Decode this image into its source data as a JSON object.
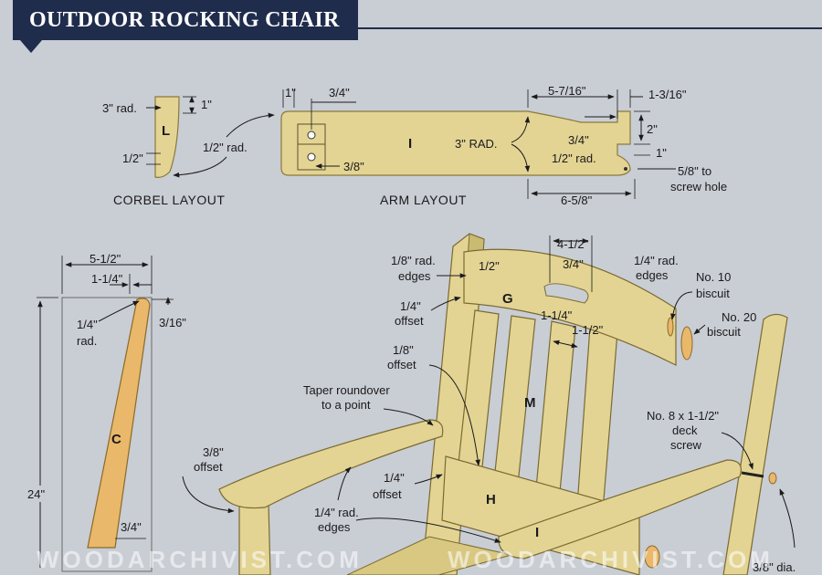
{
  "title": "OUTDOOR ROCKING CHAIR",
  "watermark": "WOODARCHIVIST.COM",
  "colors": {
    "banner": "#1f2c4c",
    "wood": "#e3d494",
    "wood_edge": "#c8b86e",
    "background": "#c9cdd4"
  },
  "corbel": {
    "caption": "CORBEL LAYOUT",
    "part_letter": "L",
    "dims": {
      "top_radius": "3\" rad.",
      "top_offset": "1\"",
      "bottom_offset": "1/2\""
    }
  },
  "arm": {
    "caption": "ARM LAYOUT",
    "part_letter": "I",
    "dims": {
      "end_radius": "1/2\" rad.",
      "top_offset": "1\"",
      "hole_offset": "3/4\"",
      "hole_spacing": "3/8\"",
      "taper_radius": "3\" RAD.",
      "taper_length": "5-7/16\"",
      "tip_width": "1-3/16\"",
      "notch_width": "3/4\"",
      "notch_height": "2\"",
      "tip_radius": "1/2\" rad.",
      "notch_bottom": "1\"",
      "overall_length": "6-5/8\"",
      "screw_hole_line1": "5/8\" to",
      "screw_hole_line2": "screw hole"
    }
  },
  "leg": {
    "part_letter": "C",
    "dims": {
      "top_width": "5-1/2\"",
      "top_inset": "1-1/4\"",
      "tip_radius_line1": "1/4\"",
      "tip_radius_line2": "rad.",
      "tip_offset": "3/16\"",
      "height": "24\"",
      "bottom": "3/4\""
    }
  },
  "assembly": {
    "parts": {
      "back": "G",
      "slat": "M",
      "apron": "H",
      "arm": "I"
    },
    "labels": {
      "back_edges_1": "1/8\" rad.",
      "back_edges_2": "edges",
      "back_half": "1/2\"",
      "handle_width": "4-1/2\"",
      "handle_height": "3/4\"",
      "back_right_edges_1": "1/4\" rad.",
      "back_right_edges_2": "edges",
      "biscuit10_1": "No. 10",
      "biscuit10_2": "biscuit",
      "biscuit20_1": "No. 20",
      "biscuit20_2": "biscuit",
      "offset14_1": "1/4\"",
      "offset14_2": "offset",
      "handle_depth": "1-1/4\"",
      "slat_gap": "1-1/2\"",
      "offset18_1": "1/8\"",
      "offset18_2": "offset",
      "taper_1": "Taper roundover",
      "taper_2": "to a point",
      "screw_1": "No. 8 x 1-1/2\"",
      "screw_2": "deck",
      "screw_3": "screw",
      "offset38_1": "3/8\"",
      "offset38_2": "offset",
      "offset14b_1": "1/4\"",
      "offset14b_2": "offset",
      "arm_edges_1": "1/4\" rad.",
      "arm_edges_2": "edges",
      "dia": "3/8\" dia."
    }
  }
}
